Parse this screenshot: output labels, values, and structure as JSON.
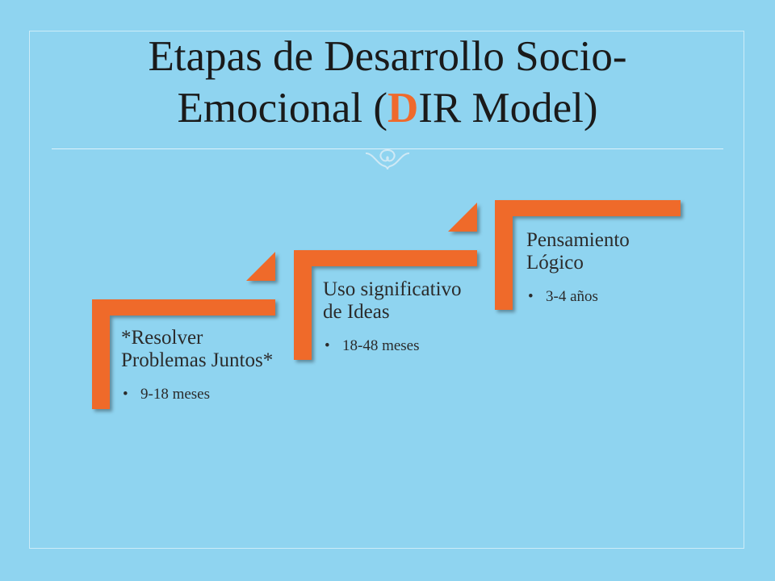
{
  "title": {
    "line1": "Etapas de Desarrollo Socio-",
    "line2_before": "Emocional (",
    "line2_accent": "D",
    "line2_after": "IR Model)"
  },
  "colors": {
    "background": "#8fd4f0",
    "accent": "#ef6a2c",
    "text": "#2b2b2b"
  },
  "steps": [
    {
      "title": "*Resolver Problemas Juntos*",
      "bullet": "9-18 meses"
    },
    {
      "title": "Uso significativo de Ideas",
      "bullet": "18-48 meses"
    },
    {
      "title": "Pensamiento Lógico",
      "bullet": "3-4 años"
    }
  ]
}
